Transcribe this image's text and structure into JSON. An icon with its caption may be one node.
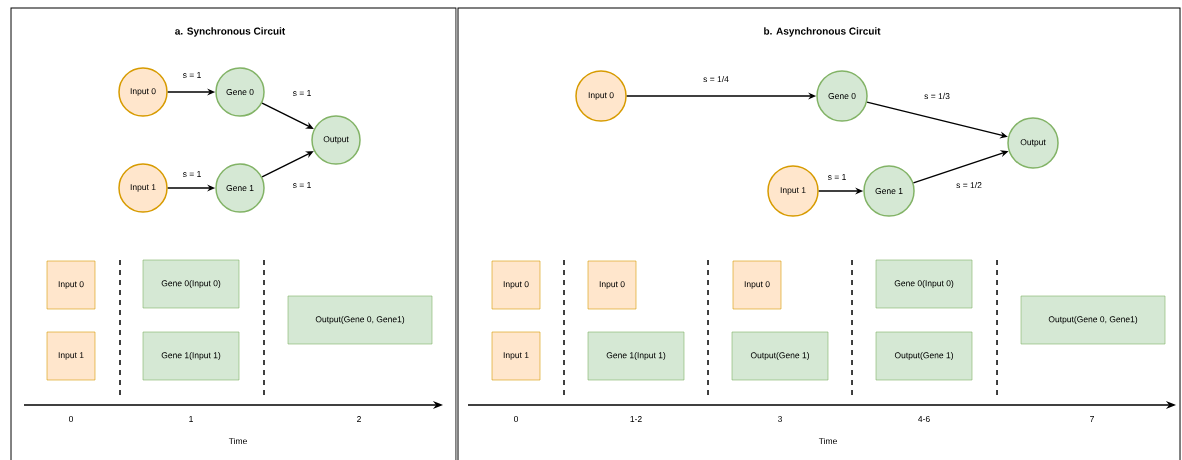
{
  "diagram": {
    "nodes": [
      {
        "text": [
          "a. Synchronous Circuit"
        ]
      },
      {
        "text": [
          "Input 0"
        ],
        "in": 0
      },
      {
        "text": [
          "Gene 0"
        ],
        "in": 0
      },
      {
        "text": [
          "Output"
        ],
        "in": 0
      },
      {
        "text": [
          "Input 1"
        ],
        "in": 0
      },
      {
        "text": [
          "Gene 1"
        ],
        "in": 0
      },
      {
        "text": [
          "Input 0"
        ],
        "in": 0
      },
      {
        "text": [
          "Input 1"
        ],
        "in": 0
      },
      {
        "text": [
          "Gene 0(Input 0)"
        ],
        "in": 0
      },
      {
        "text": [
          "Gene 1(Input 1)"
        ],
        "in": 0
      },
      {
        "text": [
          "Output(Gene 0, Gene1)"
        ],
        "in": 0
      },
      {
        "text": [
          "b. Asynchronous Circuit"
        ]
      },
      {
        "text": [
          "Input 0"
        ],
        "in": 11
      },
      {
        "text": [
          "Gene 0"
        ],
        "in": 11
      },
      {
        "text": [
          "Output"
        ],
        "in": 11
      },
      {
        "text": [
          "Input 1"
        ],
        "in": 11
      },
      {
        "text": [
          "Gene 1"
        ],
        "in": 11
      },
      {
        "text": [
          "Input 0"
        ],
        "in": 11
      },
      {
        "text": [
          "Input 1"
        ],
        "in": 11
      },
      {
        "text": [
          "Input 0"
        ],
        "in": 11
      },
      {
        "text": [
          "Gene 1(Input 1)"
        ],
        "in": 11
      },
      {
        "text": [
          "Input 0"
        ],
        "in": 11
      },
      {
        "text": [
          "Output(Gene 1)"
        ],
        "in": 11
      },
      {
        "text": [
          "Gene 0(Input 0)"
        ],
        "in": 11
      },
      {
        "text": [
          "Output(Gene 1)"
        ],
        "in": 11
      },
      {
        "text": [
          "Output(Gene 0, Gene1)"
        ],
        "in": 11
      }
    ],
    "edges": [
      {
        "from": 1,
        "to": 2,
        "arrow": "to",
        "label": "s = 1"
      },
      {
        "from": 2,
        "to": 3,
        "arrow": "to",
        "label": "s = 1"
      },
      {
        "from": 4,
        "to": 5,
        "arrow": "to",
        "label": "s = 1"
      },
      {
        "from": 5,
        "to": 3,
        "arrow": "to",
        "label": "s = 1"
      },
      {
        "from": 12,
        "to": 13,
        "arrow": "to",
        "label": "s = 1/4"
      },
      {
        "from": 13,
        "to": 14,
        "arrow": "to",
        "label": "s = 1/3"
      },
      {
        "from": 15,
        "to": 16,
        "arrow": "to",
        "label": "s = 1"
      },
      {
        "from": 16,
        "to": 14,
        "arrow": "to",
        "label": "s = 1/2"
      }
    ],
    "labels": [
      "0",
      "1",
      "2",
      "Time",
      "0",
      "1-2",
      "3",
      "4-6",
      "7",
      "Time"
    ]
  }
}
